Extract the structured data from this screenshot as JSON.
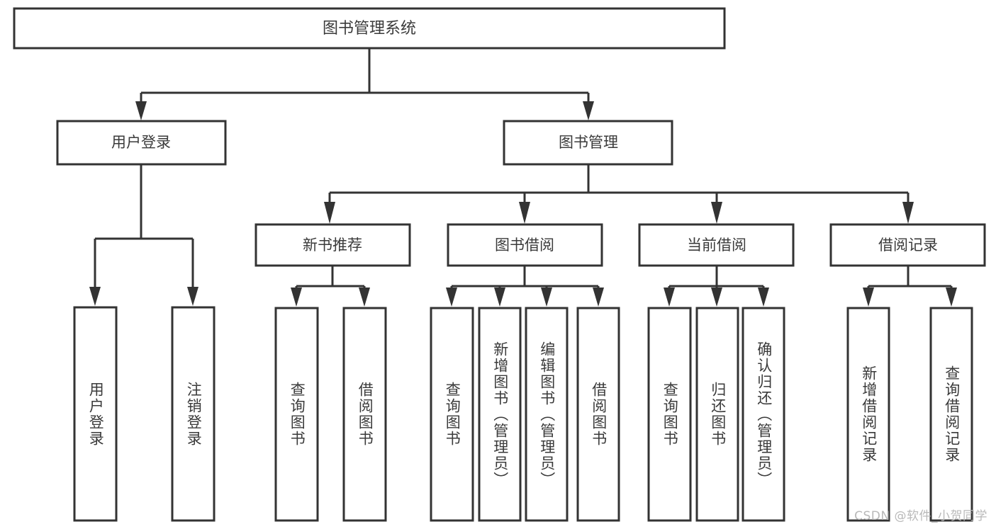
{
  "diagram": {
    "type": "tree-hierarchy",
    "title_node": {
      "id": "root",
      "label": "图书管理系统"
    },
    "level2": [
      {
        "id": "user-login",
        "label": "用户登录"
      },
      {
        "id": "book-manage",
        "label": "图书管理"
      }
    ],
    "level3": [
      {
        "id": "new-book-recommend",
        "label": "新书推荐",
        "parent": "book-manage"
      },
      {
        "id": "book-borrow",
        "label": "图书借阅",
        "parent": "book-manage"
      },
      {
        "id": "current-borrow",
        "label": "当前借阅",
        "parent": "book-manage"
      },
      {
        "id": "borrow-record",
        "label": "借阅记录",
        "parent": "book-manage"
      }
    ],
    "leaves": [
      {
        "id": "leaf-user-login",
        "label": "用户登录",
        "parent": "user-login"
      },
      {
        "id": "leaf-logout-login",
        "label": "注销登录",
        "parent": "user-login"
      },
      {
        "id": "leaf-query-book-1",
        "label": "查询图书",
        "parent": "new-book-recommend"
      },
      {
        "id": "leaf-borrow-book-1",
        "label": "借阅图书",
        "parent": "new-book-recommend"
      },
      {
        "id": "leaf-query-book-2",
        "label": "查询图书",
        "parent": "book-borrow"
      },
      {
        "id": "leaf-add-book",
        "label": "新增图书（管理员）",
        "parent": "book-borrow"
      },
      {
        "id": "leaf-edit-book",
        "label": "编辑图书（管理员）",
        "parent": "book-borrow"
      },
      {
        "id": "leaf-borrow-book-2",
        "label": "借阅图书",
        "parent": "book-borrow"
      },
      {
        "id": "leaf-query-book-3",
        "label": "查询图书",
        "parent": "current-borrow"
      },
      {
        "id": "leaf-return-book",
        "label": "归还图书",
        "parent": "current-borrow"
      },
      {
        "id": "leaf-confirm-return",
        "label": "确认归还（管理员）",
        "parent": "current-borrow"
      },
      {
        "id": "leaf-add-record",
        "label": "新增借阅记录",
        "parent": "borrow-record"
      },
      {
        "id": "leaf-query-record",
        "label": "查询借阅记录",
        "parent": "borrow-record"
      }
    ],
    "colors": {
      "stroke": "#333333",
      "box_fill": "#ffffff",
      "text": "#3a3a3a",
      "background": "#ffffff",
      "watermark": "#b9b9b9"
    }
  },
  "watermark": {
    "text": "CSDN @软件_小贺同学"
  }
}
